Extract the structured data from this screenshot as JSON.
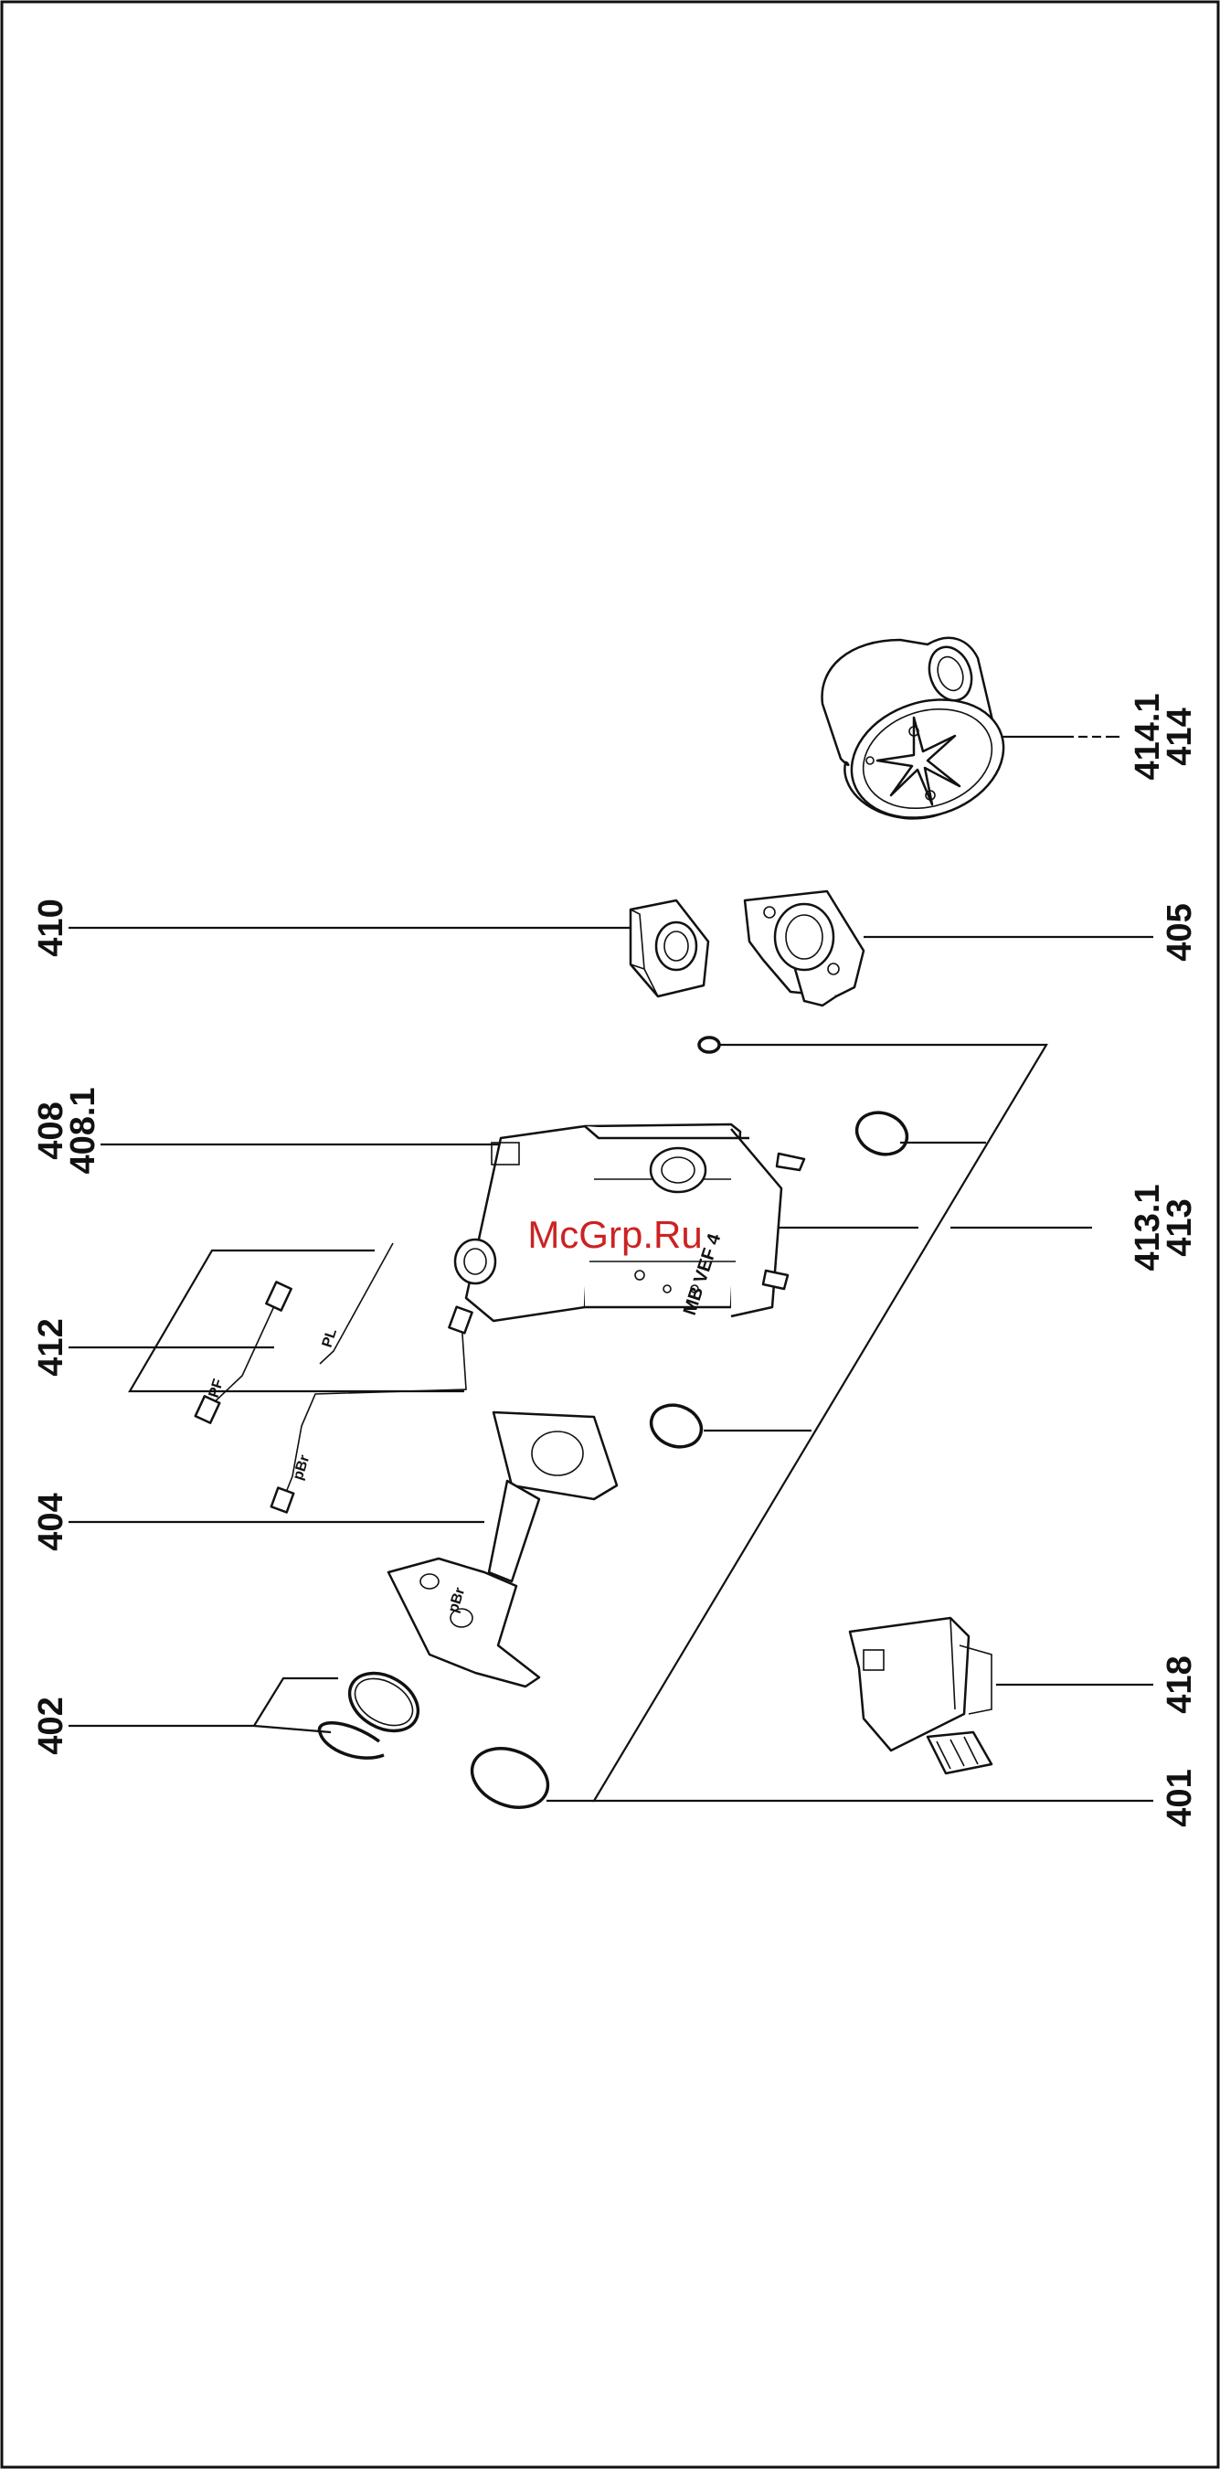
{
  "labels": {
    "l410": "410",
    "l408": "408",
    "l4081": "408.1",
    "l412": "412",
    "l404": "404",
    "l402": "402",
    "l4141": "414.1",
    "l414": "414",
    "l405": "405",
    "l4131": "413.1",
    "l413": "413",
    "l418": "418",
    "l401": "401"
  },
  "part_markings": {
    "valve_model": "MB VEF 4",
    "pf": "PF",
    "pl": "PL",
    "pbr": "pBr",
    "pbr2": "pBr"
  },
  "watermark": "McGrp.Ru",
  "colors": {
    "ink": "#111111",
    "watermark": "#cc2222",
    "background": "#ffffff"
  }
}
